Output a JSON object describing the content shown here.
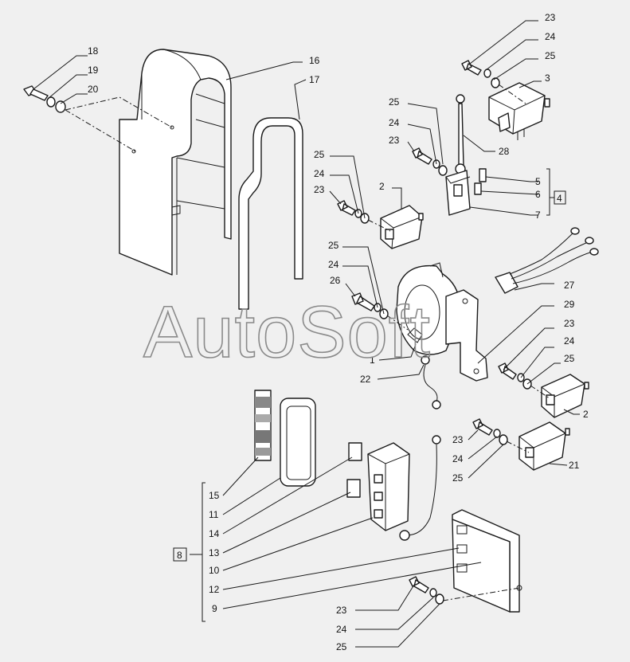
{
  "watermark": "AutoSoft",
  "labels": {
    "l18": "18",
    "l19": "19",
    "l20": "20",
    "l16": "16",
    "l17": "17",
    "l23a": "23",
    "l24a": "24",
    "l25a": "25",
    "l3": "3",
    "l25b": "25",
    "l24b": "24",
    "l23b": "23",
    "l28": "28",
    "l25c": "25",
    "l24c": "24",
    "l23c": "23",
    "l2a": "2",
    "l5": "5",
    "l6": "6",
    "l7": "7",
    "l4": "4",
    "l25d": "25",
    "l24d": "24",
    "l26": "26",
    "l27": "27",
    "l29": "29",
    "l23d": "23",
    "l24e": "24",
    "l25e": "25",
    "l1": "1",
    "l22": "22",
    "l2b": "2",
    "l23e": "23",
    "l24f": "24",
    "l25f": "25",
    "l21": "21",
    "l15": "15",
    "l11": "11",
    "l14": "14",
    "l8": "8",
    "l13": "13",
    "l10": "10",
    "l12": "12",
    "l9": "9",
    "l23g": "23",
    "l24g": "24",
    "l25g": "25"
  }
}
